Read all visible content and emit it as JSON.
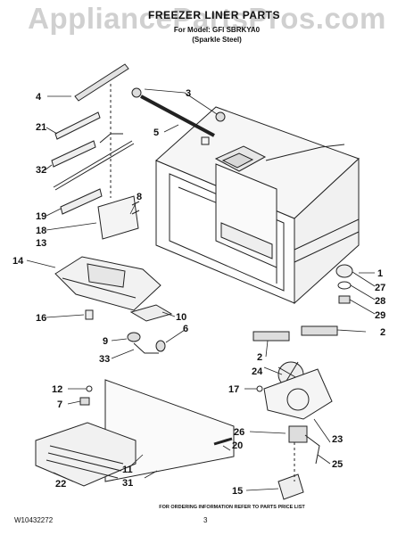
{
  "header": {
    "watermark": "AppliancePartsPros.com",
    "title": "FREEZER LINER PARTS",
    "model_line": "For Model: GFI SBRKYA0",
    "variant": "(Sparkle Steel)"
  },
  "callouts": [
    "4",
    "3",
    "21",
    "5",
    "32",
    "8",
    "19",
    "18",
    "13",
    "14",
    "1",
    "27",
    "28",
    "29",
    "16",
    "10",
    "9",
    "6",
    "33",
    "2",
    "2",
    "24",
    "12",
    "17",
    "7",
    "23",
    "26",
    "20",
    "25",
    "11",
    "22",
    "31",
    "15"
  ],
  "footer": {
    "ordering_note": "FOR ORDERING INFORMATION REFER TO PARTS PRICE LIST",
    "document_number": "W10432272",
    "page_number": "3"
  }
}
